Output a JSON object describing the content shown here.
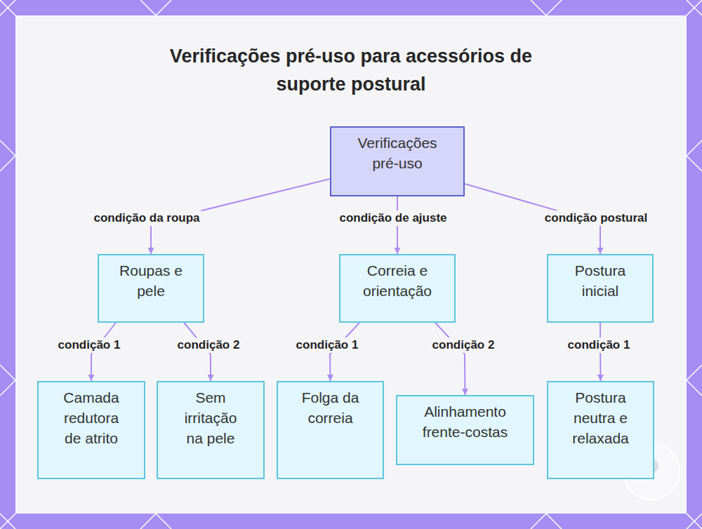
{
  "diagram": {
    "title": "Verificações pré-uso para acessórios de suporte postural",
    "nodes": [
      {
        "text": [
          "Verificações pré-uso"
        ]
      },
      {
        "text": [
          "Roupas e pele"
        ]
      },
      {
        "text": [
          "Correia e orientação"
        ]
      },
      {
        "text": [
          "Postura inicial"
        ]
      },
      {
        "text": [
          "Camada redutora de atrito"
        ]
      },
      {
        "text": [
          "Sem irritação na pele"
        ]
      },
      {
        "text": [
          "Folga da correia"
        ]
      },
      {
        "text": [
          "Alinhamento frente-costas"
        ]
      },
      {
        "text": [
          "Postura neutra e relaxada"
        ]
      }
    ],
    "edges": [
      {
        "from": 0,
        "to": 1,
        "label": "condição da roupa",
        "arrow": "to"
      },
      {
        "from": 0,
        "to": 2,
        "label": "condição de ajuste",
        "arrow": "to"
      },
      {
        "from": 0,
        "to": 3,
        "label": "condição postural",
        "arrow": "to"
      },
      {
        "from": 1,
        "to": 4,
        "label": "condição 1",
        "arrow": "to"
      },
      {
        "from": 1,
        "to": 5,
        "label": "condição 2",
        "arrow": "to"
      },
      {
        "from": 2,
        "to": 6,
        "label": "condição 1",
        "arrow": "to"
      },
      {
        "from": 2,
        "to": 7,
        "label": "condição 2",
        "arrow": "to"
      },
      {
        "from": 3,
        "to": 8,
        "label": "condição 1",
        "arrow": "to"
      }
    ]
  }
}
